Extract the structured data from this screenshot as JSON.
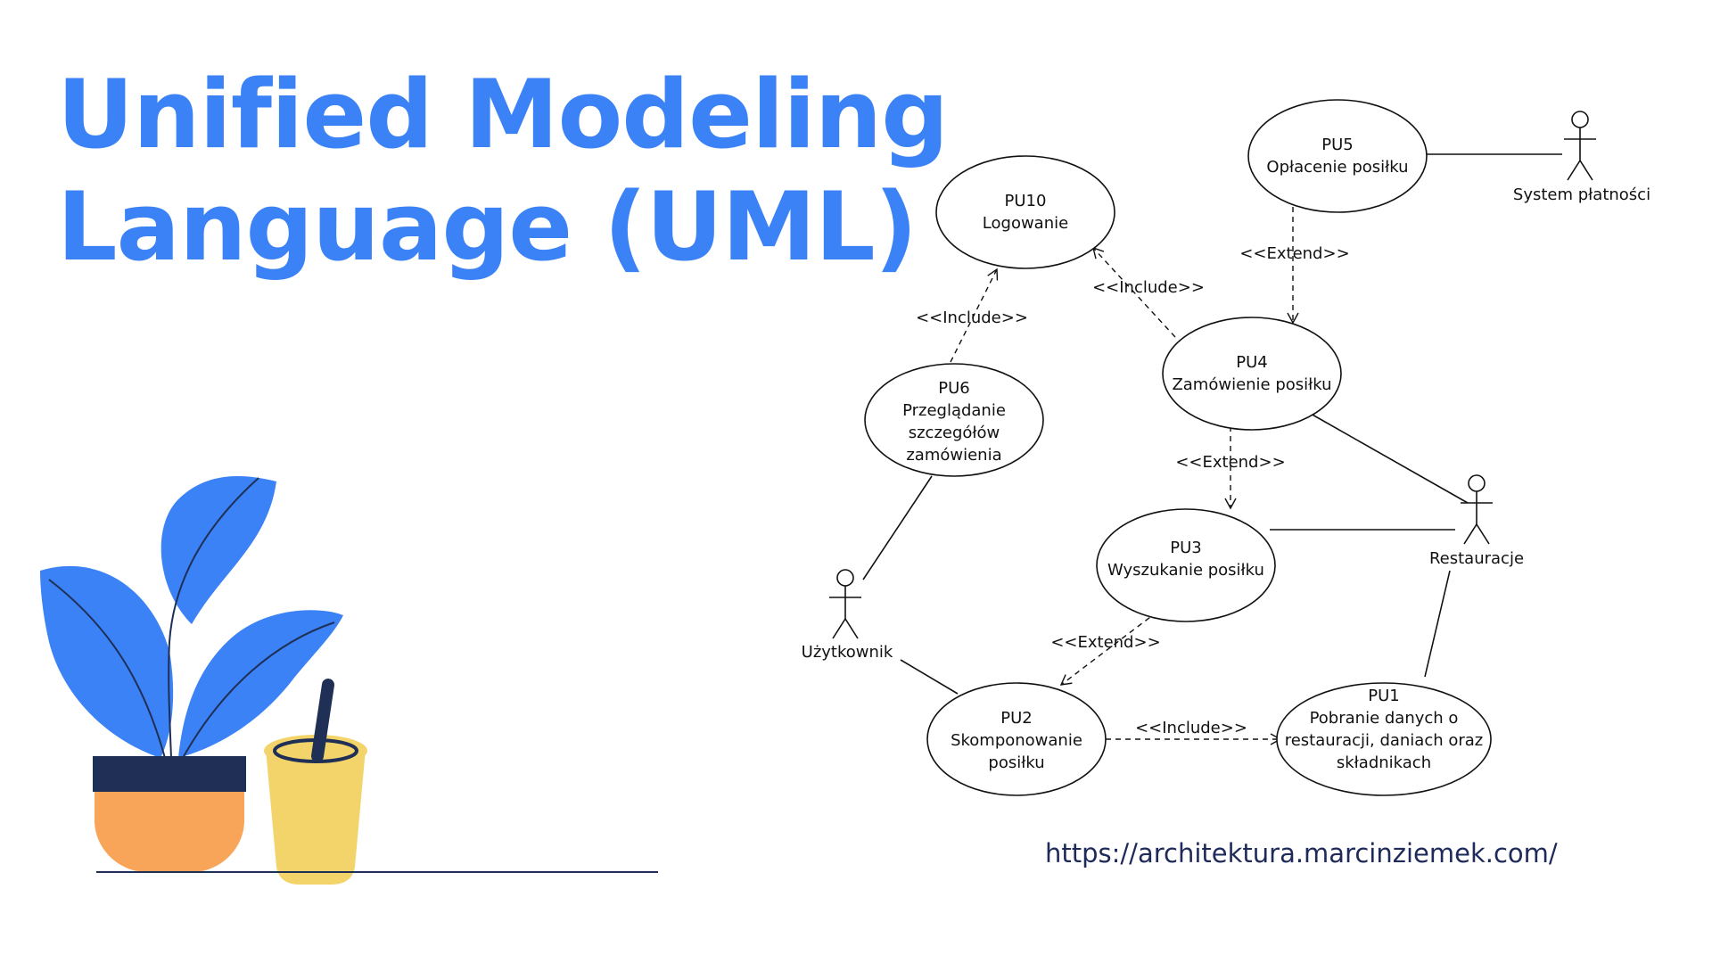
{
  "title": {
    "line1": "Unified Modeling",
    "line2": "Language (UML)"
  },
  "url": "https://architektura.marcinziemek.com/",
  "colors": {
    "title": "#3b82f6",
    "leaf": "#3b82f6",
    "pot_band": "#1f2f55",
    "pot": "#f8a55a",
    "cup": "#f2d46a",
    "url": "#1e2a5a"
  },
  "use_cases": [
    {
      "id": "pu10",
      "lines": [
        "PU10",
        "Logowanie"
      ]
    },
    {
      "id": "pu5",
      "lines": [
        "PU5",
        "Opłacenie posiłku"
      ]
    },
    {
      "id": "pu4",
      "lines": [
        "PU4",
        "Zamówienie posiłku"
      ]
    },
    {
      "id": "pu6",
      "lines": [
        "PU6",
        "Przeglądanie",
        "szczegółów",
        "zamówienia"
      ]
    },
    {
      "id": "pu3",
      "lines": [
        "PU3",
        "Wyszukanie posiłku"
      ]
    },
    {
      "id": "pu2",
      "lines": [
        "PU2",
        "Skomponowanie",
        "posiłku"
      ]
    },
    {
      "id": "pu1",
      "lines": [
        "PU1",
        "Pobranie danych o",
        "restauracji, daniach oraz",
        "składnikach"
      ]
    }
  ],
  "actors": [
    {
      "id": "system",
      "label": "System płatności"
    },
    {
      "id": "restauracje",
      "label": "Restauracje"
    },
    {
      "id": "uzytkownik",
      "label": "Użytkownik"
    }
  ],
  "relations": [
    {
      "id": "pu6-pu10",
      "label": "<<Include>>"
    },
    {
      "id": "pu4-pu10",
      "label": "<<Include>>"
    },
    {
      "id": "pu5-pu4",
      "label": "<<Extend>>"
    },
    {
      "id": "pu4-pu3",
      "label": "<<Extend>>"
    },
    {
      "id": "pu3-pu2",
      "label": "<<Extend>>"
    },
    {
      "id": "pu2-pu1",
      "label": "<<Include>>"
    }
  ]
}
